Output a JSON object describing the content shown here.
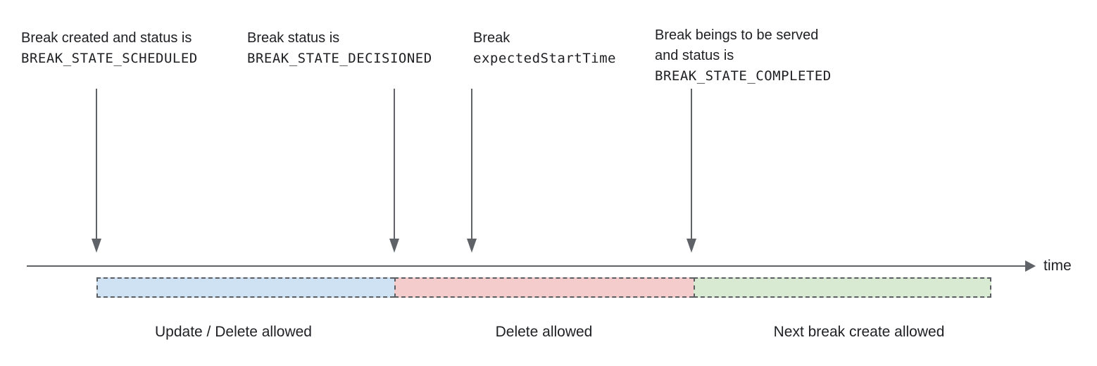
{
  "diagram": {
    "annotations": [
      {
        "line1": "Break created and status is",
        "line2": "BREAK_STATE_SCHEDULED"
      },
      {
        "line1": "Break status is",
        "line2": "BREAK_STATE_DECISIONED"
      },
      {
        "line1": "Break",
        "line2": "expectedStartTime"
      },
      {
        "line1": "Break beings to be served",
        "line2": "and status is",
        "line3": "BREAK_STATE_COMPLETED"
      }
    ],
    "timeline": {
      "axis_label": "time"
    },
    "segments": [
      {
        "label": "Update / Delete allowed",
        "color": "#cfe2f3"
      },
      {
        "label": "Delete allowed",
        "color": "#f4cccc"
      },
      {
        "label": "Next break create allowed",
        "color": "#d9ead3"
      }
    ],
    "colors": {
      "arrow_gray": "#5f6368",
      "dashed_border": "#5b5f63",
      "text": "#202124"
    }
  }
}
